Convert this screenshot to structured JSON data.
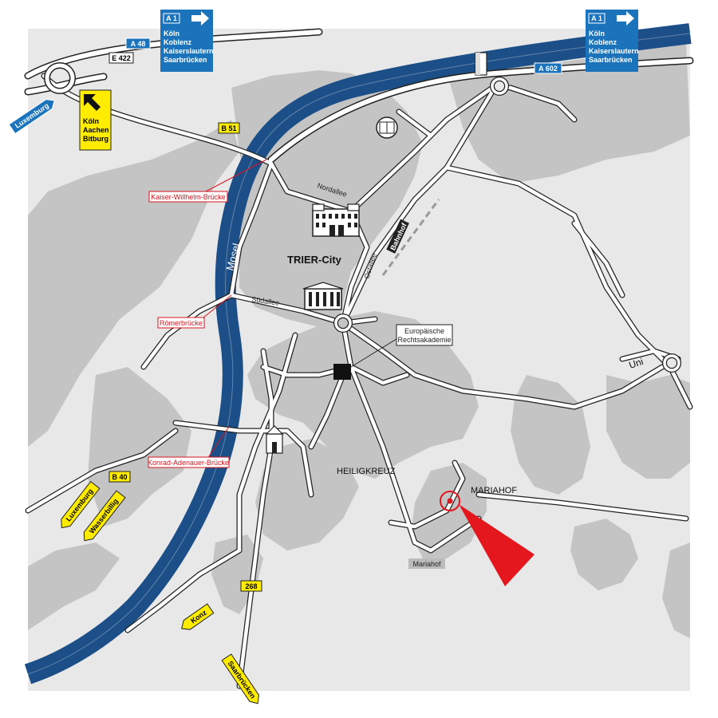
{
  "colors": {
    "background": "#ffffff",
    "map_bg": "#e8e8e8",
    "urban": "#c4c4c4",
    "river": "#1c4f87",
    "road": "#ffffff",
    "road_edge": "#222222",
    "autobahn_sign": "#1b74bb",
    "yellow_sign": "#ffec00",
    "bridge_red": "#d7141f",
    "marker_red": "#e4171f"
  },
  "autobahn_signs": [
    {
      "shield": "A 1",
      "destinations": [
        "Köln",
        "Koblenz",
        "Kaiserslautern",
        "Saarbrücken"
      ]
    },
    {
      "shield": "A 1",
      "destinations": [
        "Köln",
        "Koblenz",
        "Kaiserslautern",
        "Saarbrücken"
      ]
    }
  ],
  "route_shields": {
    "a48": "A 48",
    "e422": "E 422",
    "a602": "A 602",
    "b51": "B 51",
    "b40": "B 40",
    "r268": "268"
  },
  "direction_signs": {
    "luxemburg_top": "Luxemburg",
    "koeln_aachen_bitburg": [
      "Köln",
      "Aachen",
      "Bitburg"
    ],
    "luxemburg_bottom": "Luxemburg",
    "wasserbillig": "Wasserbillig",
    "konz": "Konz",
    "saarbruecken": "Saarbrücken"
  },
  "bridges": {
    "kaiser_wilhelm": "Kaiser-Willhelm-Brücke",
    "roemer": "Römerbrücke",
    "konrad_adenauer": "Konrad-Adenauer-Brücke"
  },
  "labels": {
    "river": "Mosel",
    "city": "TRIER-City",
    "nordallee": "Nordallee",
    "suedallee": "Südallee",
    "ostallee": "Ostallee",
    "bahnhof": "Bahnhof",
    "uni": "Uni",
    "heiligkreuz": "HEILIGKREUZ",
    "mariahof": "MARIAHOF",
    "mariahof_stop": "Mariahof",
    "era": [
      "Europäische",
      "Rechtsakademie"
    ]
  },
  "icons": [
    "porta-nigra-icon",
    "basilica-icon",
    "church-icon",
    "stadium-icon",
    "tower-icon",
    "location-marker-icon",
    "arrow-right-icon",
    "arrow-upleft-icon"
  ]
}
